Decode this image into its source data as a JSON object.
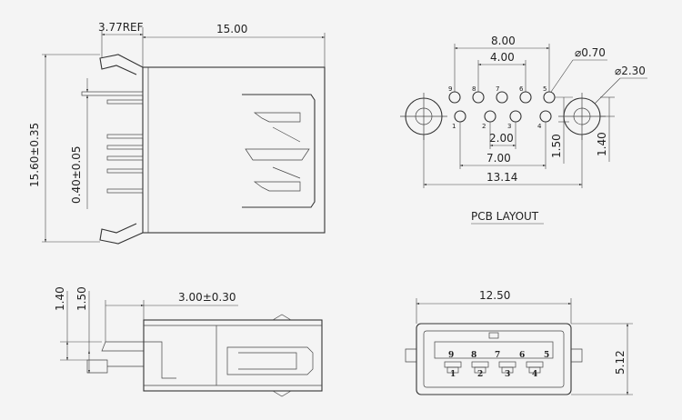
{
  "top_left": {
    "ref_dim": "3.77REF",
    "length_dim": "15.00",
    "height_dim": "15.60±0.35",
    "thickness_dim": "0.40±0.05"
  },
  "pcb_layout": {
    "title": "PCB LAYOUT",
    "dim_8": "8.00",
    "dim_4": "4.00",
    "dim_2": "2.00",
    "dim_7": "7.00",
    "dim_13": "13.14",
    "dim_150": "1.50",
    "dim_140": "1.40",
    "hole_small": "⌀0.70",
    "hole_large": "⌀2.30",
    "pin_labels_top": [
      "9",
      "8",
      "7",
      "6",
      "5"
    ],
    "pin_labels_bottom": [
      "1",
      "2",
      "3",
      "4"
    ]
  },
  "side_view": {
    "dim_140": "1.40",
    "dim_150": "1.50",
    "dim_300": "3.00±0.30"
  },
  "front_view": {
    "width_dim": "12.50",
    "height_dim": "5.12",
    "pins_top": [
      "9",
      "8",
      "7",
      "6",
      "5"
    ],
    "pins_bottom": [
      "1",
      "2",
      "3",
      "4"
    ]
  }
}
